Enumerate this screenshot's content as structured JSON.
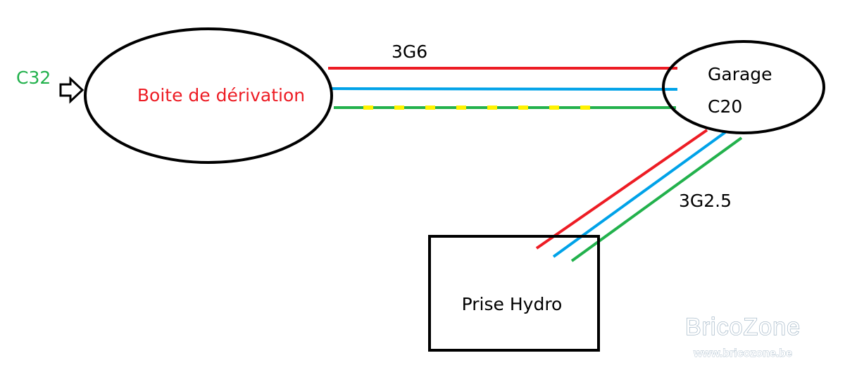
{
  "input": {
    "label": "C32",
    "color": "#22b14c"
  },
  "junction_box": {
    "label": "Boite de dérivation",
    "color": "#ed1c24"
  },
  "main_cable": {
    "label": "3G6"
  },
  "garage": {
    "name": "Garage",
    "breaker": "C20"
  },
  "branch_cable": {
    "label": "3G2.5"
  },
  "socket": {
    "label": "Prise Hydro"
  },
  "wire_colors": {
    "phase": "#ed1c24",
    "neutral": "#00a2e8",
    "earth": "#22b14c",
    "earth_stripe": "#fff200"
  },
  "watermark": {
    "brand": "BricoZone",
    "url": "www.bricozone.be"
  }
}
